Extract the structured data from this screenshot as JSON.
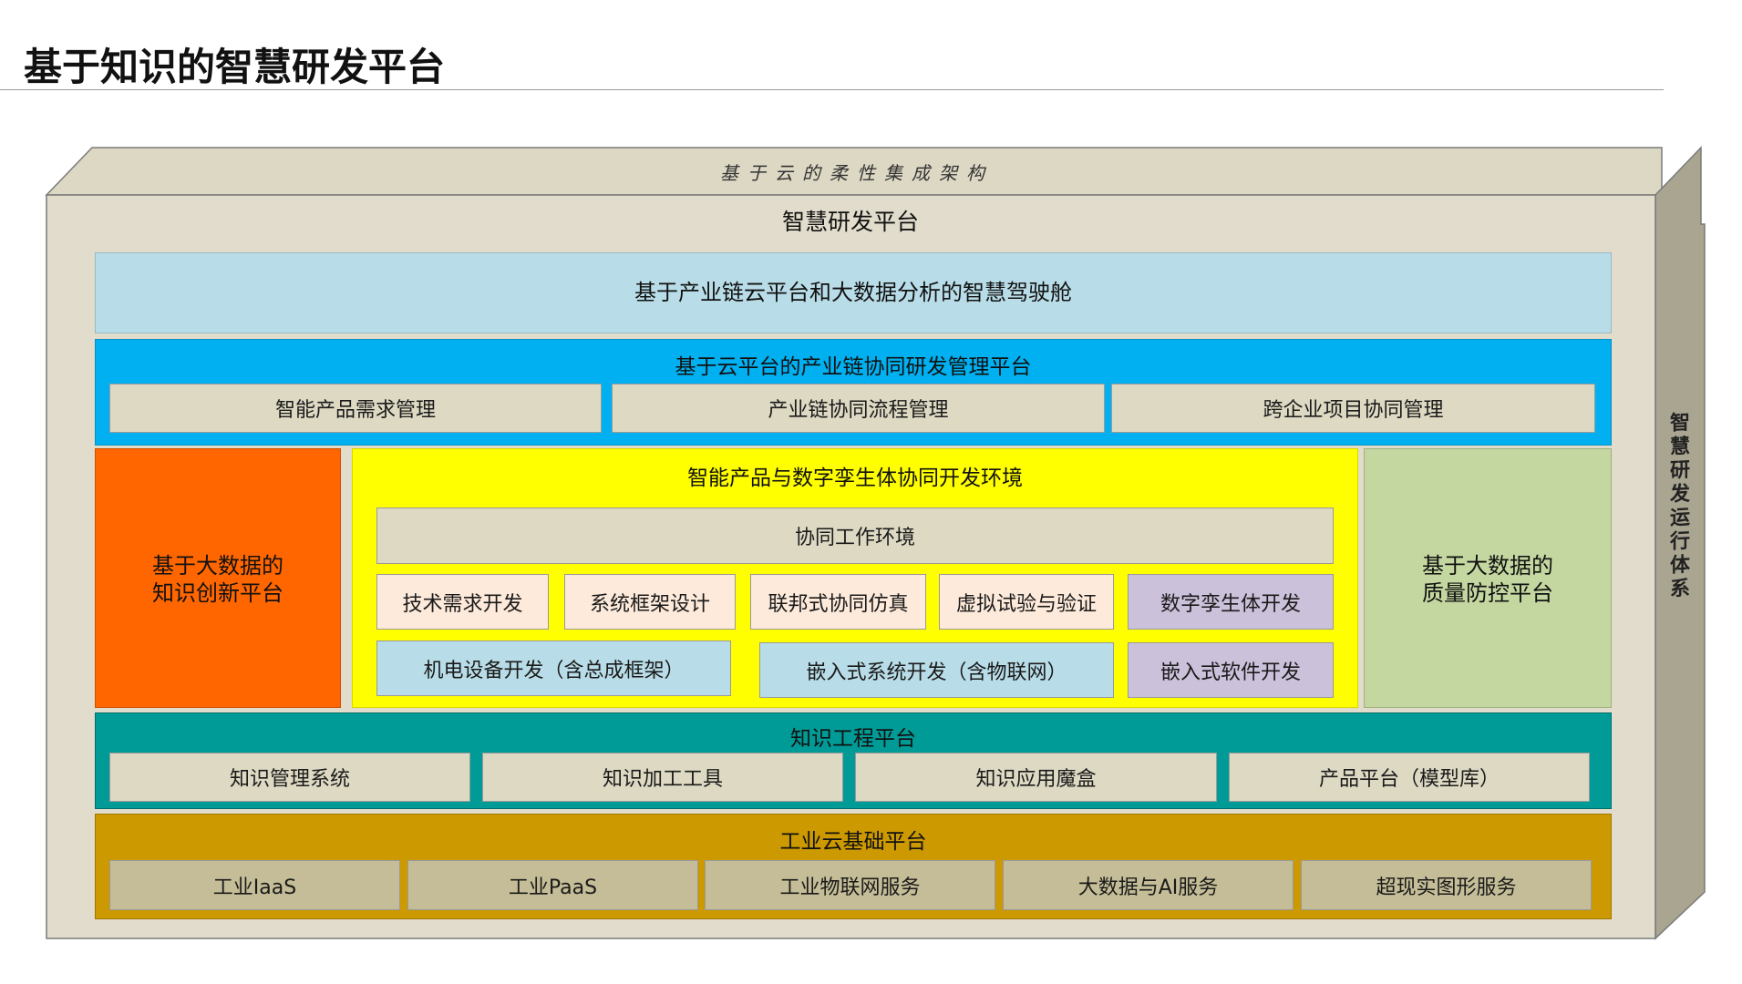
{
  "page": {
    "title": "基于知识的智慧研发平台"
  },
  "box": {
    "top_label": "基于云的柔性集成架构",
    "front_title": "智慧研发平台",
    "side_label": "智慧研发运行体系"
  },
  "cockpit": {
    "label": "基于产业链云平台和大数据分析的智慧驾驶舱"
  },
  "cloud_mgmt": {
    "title": "基于云平台的产业链协同研发管理平台",
    "items": [
      "智能产品需求管理",
      "产业链协同流程管理",
      "跨企业项目协同管理"
    ]
  },
  "innovation": {
    "line1": "基于大数据的",
    "line2": "知识创新平台"
  },
  "quality": {
    "line1": "基于大数据的",
    "line2": "质量防控平台"
  },
  "dev_env": {
    "title": "智能产品与数字孪生体协同开发环境",
    "collab": "协同工作环境",
    "row1": [
      "技术需求开发",
      "系统框架设计",
      "联邦式协同仿真",
      "虚拟试验与验证",
      "数字孪生体开发"
    ],
    "row2": [
      "机电设备开发（含总成框架）",
      "嵌入式系统开发（含物联网）",
      "嵌入式软件开发"
    ]
  },
  "knowledge": {
    "title": "知识工程平台",
    "items": [
      "知识管理系统",
      "知识加工工具",
      "知识应用魔盒",
      "产品平台（模型库）"
    ]
  },
  "cloud_base": {
    "title": "工业云基础平台",
    "items": [
      "工业IaaS",
      "工业PaaS",
      "工业物联网服务",
      "大数据与AI服务",
      "超现实图形服务"
    ]
  },
  "colors": {
    "box_front": "#e1dccb",
    "box_side": "#a9a591",
    "cockpit": "#b9dde8",
    "cloud_mgmt": "#00b0f0",
    "innovation": "#ff6600",
    "dev_env": "#ffff00",
    "quality": "#c4d7a0",
    "knowledge": "#009b96",
    "cloud_base": "#cc9900"
  }
}
